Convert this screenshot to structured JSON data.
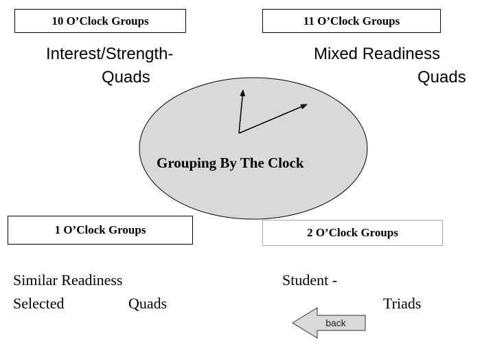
{
  "boxes": {
    "ten": "10 O’Clock Groups",
    "eleven": "11 O’Clock Groups",
    "one": "1 O’Clock Groups",
    "two": "2 O’Clock Groups"
  },
  "groups": {
    "ten_line1": "Interest/Strength-",
    "ten_line2": "Quads",
    "eleven_line1": "Mixed Readiness",
    "eleven_line2": "Quads",
    "one_line1": "Similar Readiness",
    "one_selected": "Selected",
    "one_quads": "Quads",
    "two_line1": "Student -",
    "two_line2": "Triads"
  },
  "clock": {
    "label": "Grouping By The Clock",
    "fill_color": "#d9d9d9"
  },
  "nav": {
    "back_label": "back",
    "back_fill": "#d9d9d9",
    "back_icon": "left-arrow-icon"
  }
}
